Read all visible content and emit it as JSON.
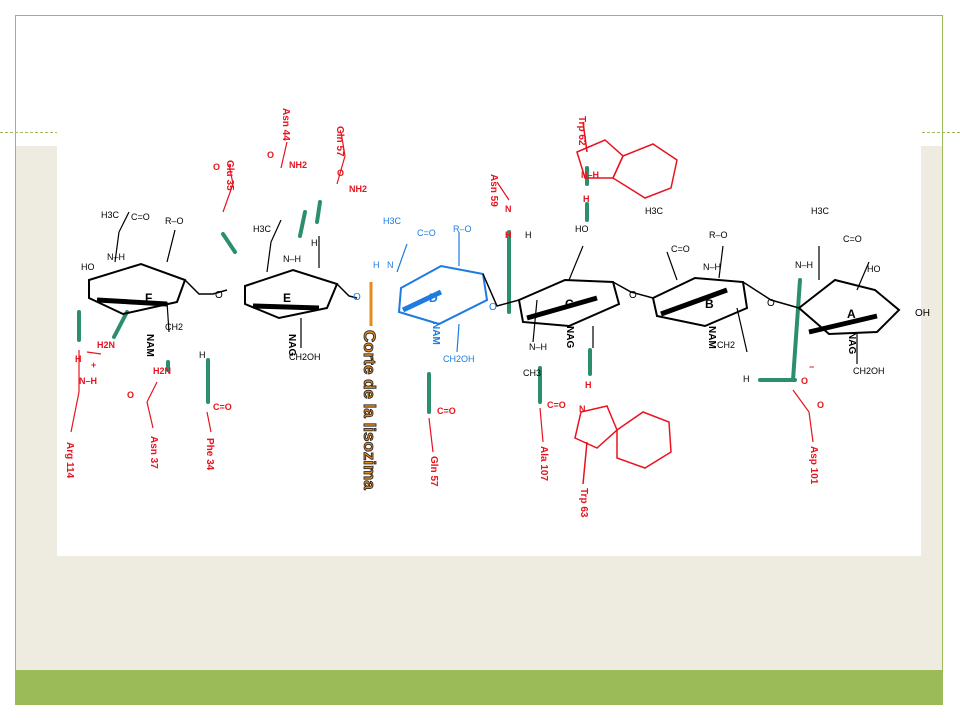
{
  "figure": {
    "cut_label": "Corte de la lisozima",
    "rings": [
      {
        "letter": "F",
        "type": "NAM"
      },
      {
        "letter": "E",
        "type": "NAG"
      },
      {
        "letter": "D",
        "type": "NAM"
      },
      {
        "letter": "C",
        "type": "NAG"
      },
      {
        "letter": "B",
        "type": "NAM"
      },
      {
        "letter": "A",
        "type": "NAG"
      }
    ],
    "residues": {
      "arg114": "Arg 114",
      "asn37": "Asn 37",
      "phe34": "Phe 34",
      "glu35": "Glu 35",
      "asn44": "Asn 44",
      "gln57": "Gln 57",
      "gln57b": "Gln 57",
      "asn59": "Asn 59",
      "ala107": "Ala 107",
      "trp62": "Trp 62",
      "trp63": "Trp 63",
      "asp101": "Asp 101"
    },
    "groups": {
      "h3c": "H3C",
      "ch2oh": "CH2OH",
      "ch2": "CH2",
      "ch3": "CH3",
      "ro": "R–O",
      "oh": "OH",
      "ho": "HO",
      "h": "H",
      "nh": "N–H",
      "nh2": "NH2",
      "h2n": "H2N",
      "co": "C=O",
      "o": "O",
      "n": "N",
      "minus": "−",
      "plus": "+"
    }
  },
  "colors": {
    "frame_green": "#9bbb59",
    "panel_beige": "#eeece1",
    "residue_red": "#e8131e",
    "ring_d_blue": "#1e7be0",
    "hbond_green": "#2a8f6a",
    "cut_orange": "#e58a1f"
  }
}
